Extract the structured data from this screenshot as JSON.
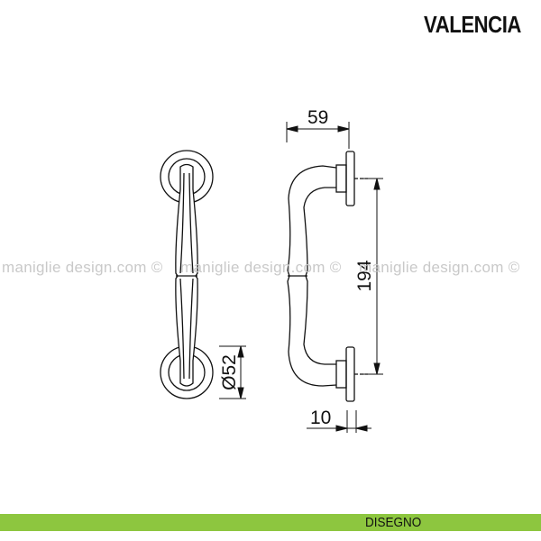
{
  "title": "VALENCIA",
  "watermark": [
    "maniglie design.com ©",
    "maniglie design.com ©",
    "maniglie design.com ©"
  ],
  "dimensions": {
    "width": "59",
    "height": "194",
    "rosette_diameter": "Ø52",
    "depth": "10"
  },
  "footer": {
    "label": "DISEGNO",
    "color": "#8dc63f"
  }
}
